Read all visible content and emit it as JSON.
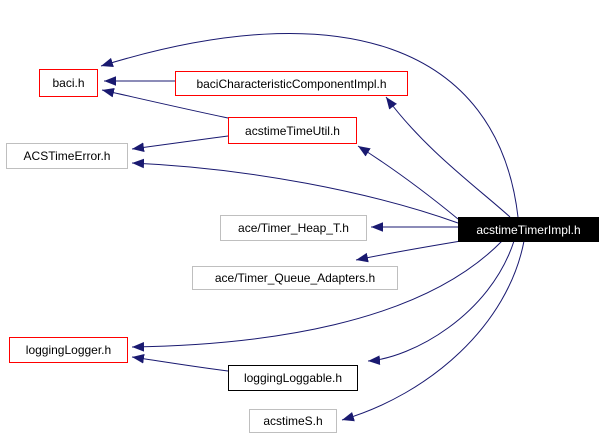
{
  "diagram": {
    "type": "include-dependency-graph",
    "root": "acstimeTimerImpl.h",
    "nodes": [
      {
        "id": "baci",
        "label": "baci.h",
        "style": "red"
      },
      {
        "id": "baciCharacteristicComponentImpl",
        "label": "baciCharacteristicComponentImpl.h",
        "style": "red"
      },
      {
        "id": "acstimeTimeUtil",
        "label": "acstimeTimeUtil.h",
        "style": "red"
      },
      {
        "id": "ACSTimeError",
        "label": "ACSTimeError.h",
        "style": "gray"
      },
      {
        "id": "ace_Timer_Heap_T",
        "label": "ace/Timer_Heap_T.h",
        "style": "gray"
      },
      {
        "id": "ace_Timer_Queue_Adapters",
        "label": "ace/Timer_Queue_Adapters.h",
        "style": "gray"
      },
      {
        "id": "loggingLogger",
        "label": "loggingLogger.h",
        "style": "red"
      },
      {
        "id": "loggingLoggable",
        "label": "loggingLoggable.h",
        "style": "black"
      },
      {
        "id": "acstimeS",
        "label": "acstimeS.h",
        "style": "gray"
      },
      {
        "id": "acstimeTimerImpl",
        "label": "acstimeTimerImpl.h",
        "style": "current"
      }
    ],
    "edges": [
      {
        "from": "acstimeTimerImpl",
        "to": "baci"
      },
      {
        "from": "baciCharacteristicComponentImpl",
        "to": "baci"
      },
      {
        "from": "acstimeTimeUtil",
        "to": "baci"
      },
      {
        "from": "acstimeTimerImpl",
        "to": "baciCharacteristicComponentImpl"
      },
      {
        "from": "acstimeTimerImpl",
        "to": "acstimeTimeUtil"
      },
      {
        "from": "acstimeTimerImpl",
        "to": "ACSTimeError"
      },
      {
        "from": "acstimeTimeUtil",
        "to": "ACSTimeError"
      },
      {
        "from": "acstimeTimerImpl",
        "to": "ace_Timer_Heap_T"
      },
      {
        "from": "acstimeTimerImpl",
        "to": "ace_Timer_Queue_Adapters"
      },
      {
        "from": "acstimeTimerImpl",
        "to": "loggingLogger"
      },
      {
        "from": "loggingLoggable",
        "to": "loggingLogger"
      },
      {
        "from": "acstimeTimerImpl",
        "to": "loggingLoggable"
      },
      {
        "from": "acstimeTimerImpl",
        "to": "acstimeS"
      }
    ]
  },
  "colors": {
    "edge": "#191970",
    "red-border": "#ff0000",
    "gray-border": "#bfbfbf",
    "black-border": "#000000",
    "current-fill": "#000000",
    "current-text": "#ffffff"
  }
}
